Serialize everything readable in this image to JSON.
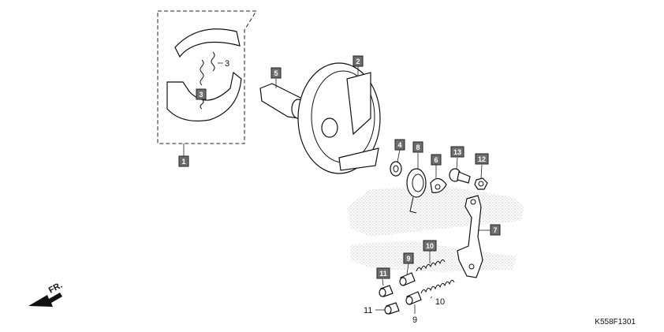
{
  "diagram_code": "K558F1301",
  "direction_label": "FR.",
  "callouts": {
    "c1": "1",
    "c2": "2",
    "c3_box": "3",
    "c3_plain": "3",
    "c4": "4",
    "c5": "5",
    "c6": "6",
    "c7": "7",
    "c8": "8",
    "c9_box": "9",
    "c9_plain": "9",
    "c10_box": "10",
    "c10_plain": "10",
    "c11_box": "11",
    "c11_plain": "11",
    "c12": "12",
    "c13": "13"
  }
}
